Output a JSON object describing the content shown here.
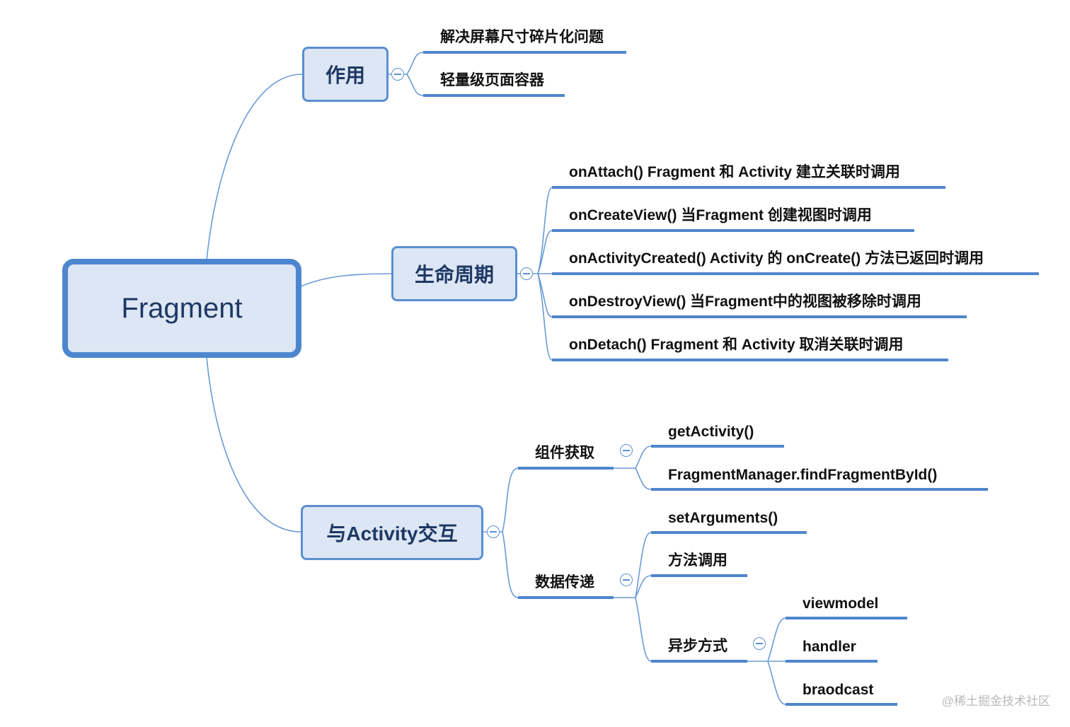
{
  "root": {
    "label": "Fragment"
  },
  "branches": {
    "role": {
      "label": "作用",
      "items": [
        "解决屏幕尺寸碎片化问题",
        "轻量级页面容器"
      ]
    },
    "lifecycle": {
      "label": "生命周期",
      "items": [
        "onAttach() Fragment 和 Activity 建立关联时调用",
        "onCreateView() 当Fragment 创建视图时调用",
        "onActivityCreated() Activity 的 onCreate() 方法已返回时调用",
        "onDestroyView() 当Fragment中的视图被移除时调用",
        "onDetach() Fragment 和 Activity 取消关联时调用"
      ]
    },
    "interaction": {
      "label": "与Activity交互",
      "component": {
        "label": "组件获取",
        "items": [
          "getActivity()",
          "FragmentManager.findFragmentById()"
        ]
      },
      "data_passing": {
        "label": "数据传递",
        "items": [
          "setArguments()",
          "方法调用"
        ],
        "async": {
          "label": "异步方式",
          "items": [
            "viewmodel",
            "handler",
            "braodcast"
          ]
        }
      }
    }
  },
  "watermark": "@稀土掘金技术社区"
}
